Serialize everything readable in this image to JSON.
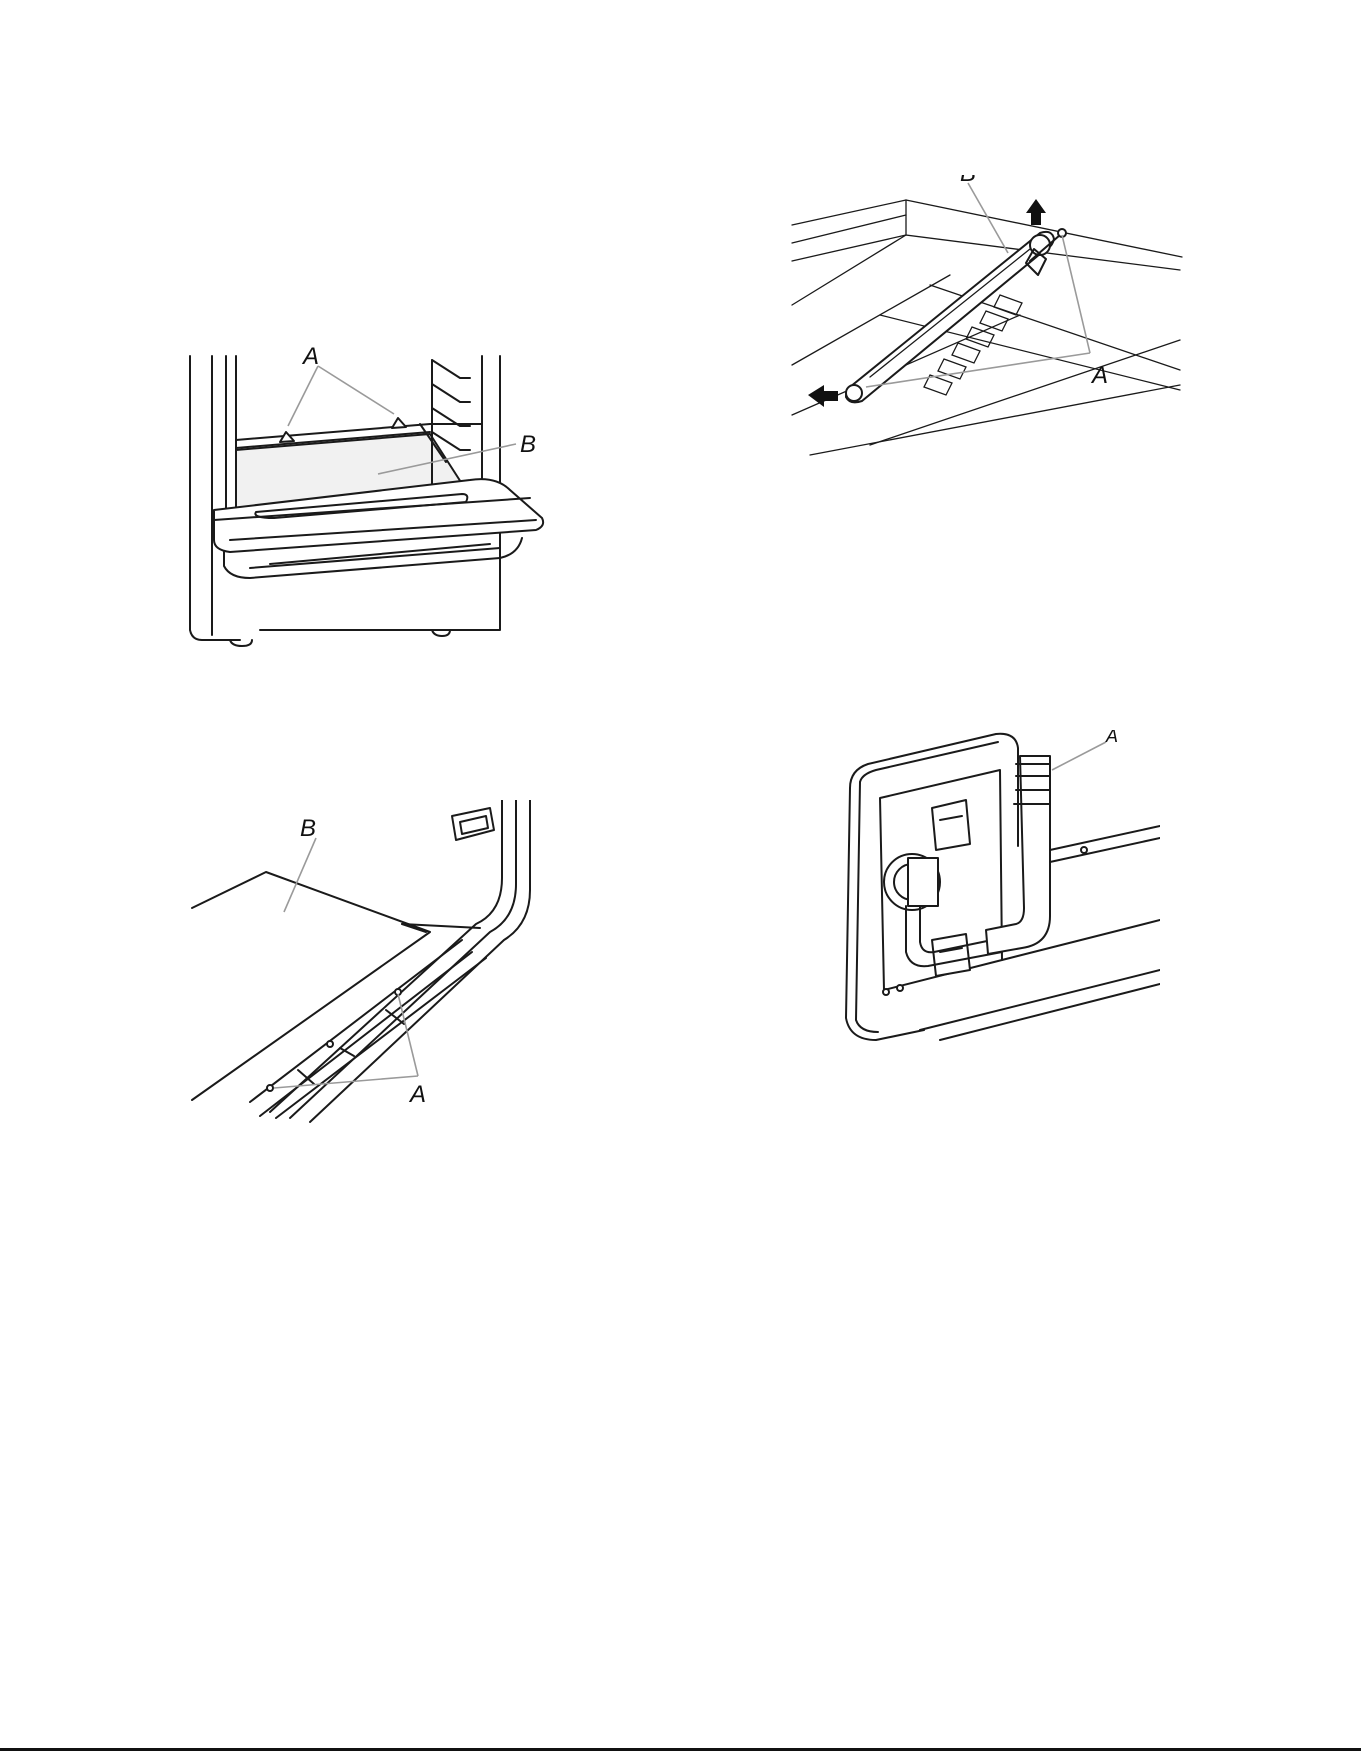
{
  "figures": {
    "fig1": {
      "label_a": "A",
      "label_b": "B"
    },
    "fig2": {
      "label_a": "A",
      "label_b": "B"
    },
    "fig3": {
      "label_a": "A",
      "label_b": "B"
    },
    "fig4": {
      "label_a": "A"
    }
  }
}
